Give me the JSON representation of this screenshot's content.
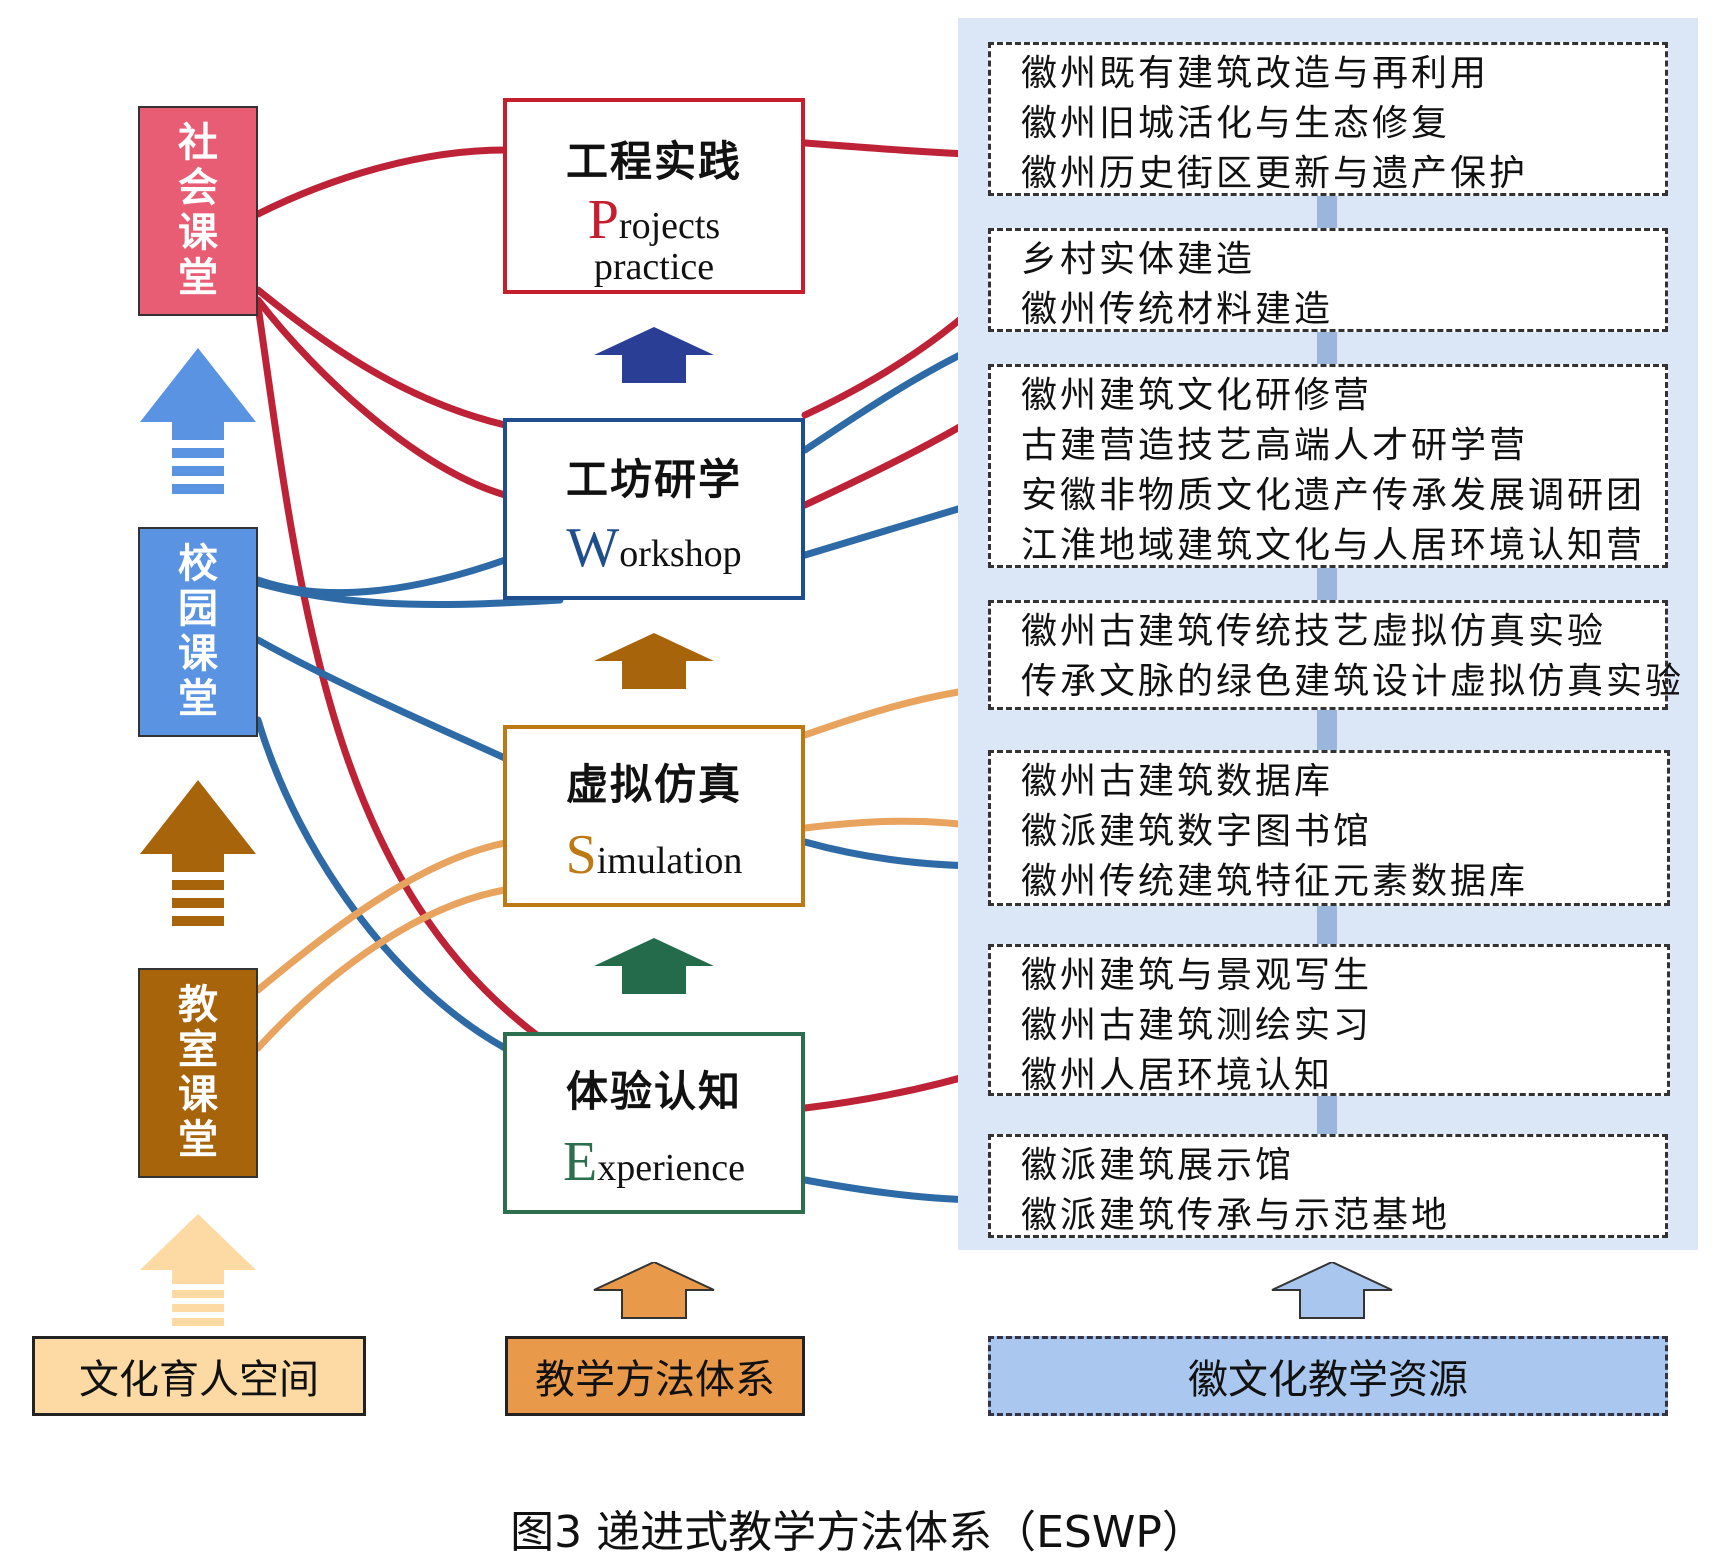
{
  "spaces": [
    {
      "id": "society",
      "label": "社会课堂",
      "color": "#e85d74"
    },
    {
      "id": "campus",
      "label": "校园课堂",
      "color": "#5b93e3"
    },
    {
      "id": "classroom",
      "label": "教室课堂",
      "color": "#a8640a"
    }
  ],
  "stages": [
    {
      "id": "projects",
      "zh": "工程实践",
      "en_initial": "P",
      "en_rest": "rojects",
      "en_line2": "practice",
      "color": "#c51e2f"
    },
    {
      "id": "workshop",
      "zh": "工坊研学",
      "en_initial": "W",
      "en_rest": "orkshop",
      "en_line2": "",
      "color": "#1f4e8f"
    },
    {
      "id": "simulation",
      "zh": "虚拟仿真",
      "en_initial": "S",
      "en_rest": "imulation",
      "en_line2": "",
      "color": "#bd7a14"
    },
    {
      "id": "experience",
      "zh": "体验认知",
      "en_initial": "E",
      "en_rest": "xperience",
      "en_line2": "",
      "color": "#2d6e4e"
    }
  ],
  "resources": [
    {
      "lines": [
        "徽州既有建筑改造与再利用",
        "徽州旧城活化与生态修复",
        "徽州历史街区更新与遗产保护"
      ]
    },
    {
      "lines": [
        "乡村实体建造",
        "徽州传统材料建造"
      ]
    },
    {
      "lines": [
        "徽州建筑文化研修营",
        "古建营造技艺高端人才研学营",
        "安徽非物质文化遗产传承发展调研团",
        "江淮地域建筑文化与人居环境认知营"
      ]
    },
    {
      "lines": [
        "徽州古建筑传统技艺虚拟仿真实验",
        "传承文脉的绿色建筑设计虚拟仿真实验"
      ]
    },
    {
      "lines": [
        "徽州古建筑数据库",
        "徽派建筑数字图书馆",
        "徽州传统建筑特征元素数据库"
      ]
    },
    {
      "lines": [
        "徽州建筑与景观写生",
        "徽州古建筑测绘实习",
        "徽州人居环境认知"
      ]
    },
    {
      "lines": [
        "徽派建筑展示馆",
        "徽派建筑传承与示范基地"
      ]
    }
  ],
  "legend": {
    "space": "文化育人空间",
    "method": "教学方法体系",
    "resource": "徽文化教学资源"
  },
  "caption": "图3 递进式教学方法体系（ESWP）",
  "colors": {
    "link_red": "#bd2236",
    "link_blue": "#2d6aa6",
    "link_orange": "#e8a35f",
    "arrow_navy": "#2a3e96",
    "arrow_brown": "#a8640a",
    "arrow_green": "#236b4b",
    "arrow_orange": "#e8994a",
    "arrow_lightblue": "#a8c6ee",
    "arrow_blue": "#5b93e3",
    "arrow_peach": "#fdd9a4",
    "legend_space_bg": "#fddaa3",
    "legend_method_bg": "#e8994a",
    "legend_resource_bg": "#aac8ef"
  }
}
